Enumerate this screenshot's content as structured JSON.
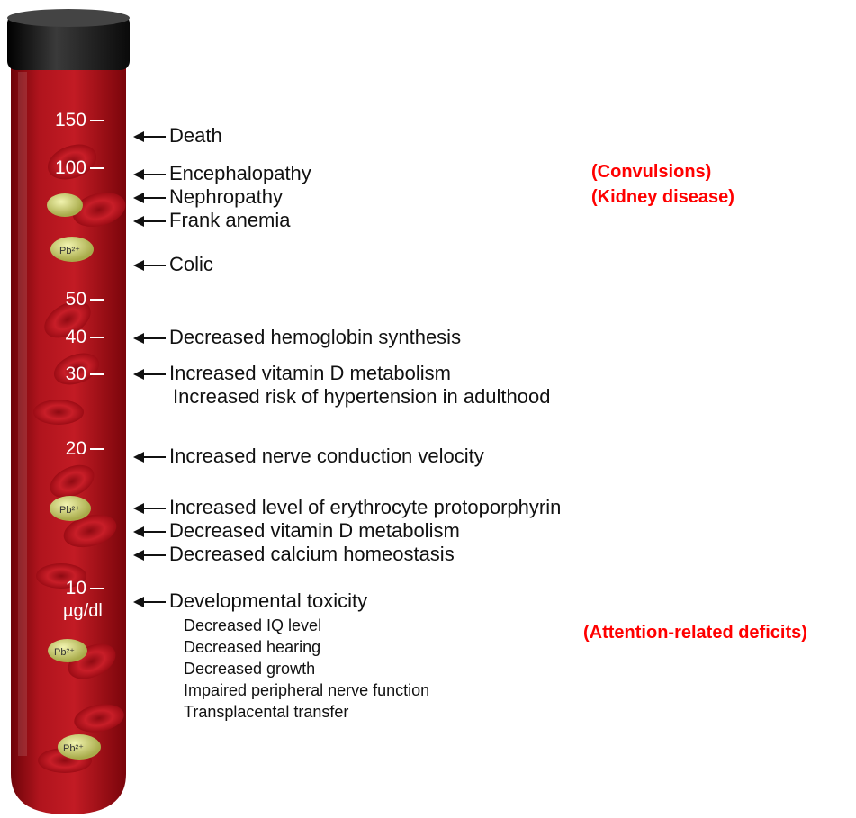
{
  "scale": {
    "ticks": [
      "150",
      "100",
      "50",
      "40",
      "30",
      "20",
      "10"
    ],
    "unit": "µg/dl"
  },
  "ion_label": "Pb²⁺",
  "effects": [
    "Death",
    "Encephalopathy",
    "Nephropathy",
    "Frank anemia",
    "Colic",
    "Decreased hemoglobin synthesis",
    "Increased vitamin D metabolism",
    "Increased risk of hypertension in adulthood",
    "Increased nerve conduction velocity",
    "Increased level of erythrocyte protoporphyrin",
    "Decreased vitamin D metabolism",
    "Decreased calcium homeostasis",
    "Developmental toxicity"
  ],
  "developmental_sub": [
    "Decreased IQ level",
    "Decreased hearing",
    "Decreased growth",
    "Impaired peripheral nerve function",
    "Transplacental transfer"
  ],
  "notes": {
    "convulsions": "(Convulsions)",
    "kidney": "(Kidney disease)",
    "attention": "(Attention-related deficits)"
  },
  "colors": {
    "blood": "#a5101a",
    "annotation_red": "#ff0000",
    "cap": "#1a1a1a"
  }
}
